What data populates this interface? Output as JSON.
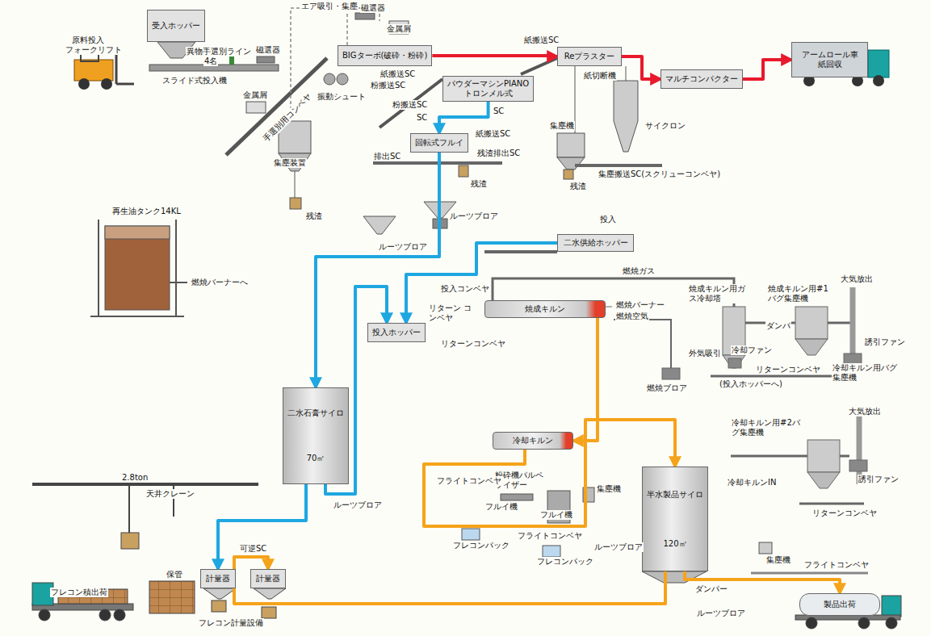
{
  "diagram": {
    "nodes": [
      {
        "text": [
          "受入ホッパー"
        ]
      },
      {
        "text": [
          "BIGターボ(破砕・粉砕)"
        ]
      },
      {
        "text": [
          "パウダーマシンPIANO",
          "トロンメル式"
        ]
      },
      {
        "text": [
          "Reプラスター"
        ]
      },
      {
        "text": [
          "マルチコンパクター"
        ]
      },
      {
        "text": [
          "アームロール車",
          "紙回収"
        ]
      },
      {
        "text": [
          "回転式フルイ"
        ]
      },
      {
        "text": [
          "二水供給ホッパー"
        ]
      },
      {
        "text": [
          "投入ホッパー"
        ]
      },
      {
        "text": [
          "焼成キルン"
        ]
      },
      {
        "text": [
          "二水石膏サイロ",
          "70㎥"
        ]
      },
      {
        "text": [
          "冷却キルン"
        ]
      },
      {
        "text": [
          "半水製品サイロ",
          "120㎥"
        ]
      },
      {
        "text": [
          "計量器"
        ]
      },
      {
        "text": [
          "計量器"
        ]
      },
      {
        "text": [
          "製品出荷"
        ]
      }
    ],
    "edges": [
      {
        "from": 1,
        "to": 3,
        "arrow": "to"
      },
      {
        "from": 3,
        "to": 4,
        "arrow": "to"
      },
      {
        "from": 4,
        "to": 5,
        "arrow": "to"
      },
      {
        "from": 2,
        "to": 6,
        "arrow": "to"
      },
      {
        "from": 6,
        "to": 10,
        "arrow": "to"
      },
      {
        "from": 10,
        "to": 8,
        "arrow": "to"
      },
      {
        "from": 7,
        "to": 8,
        "arrow": "to"
      },
      {
        "from": 10,
        "to": 13,
        "arrow": "to"
      },
      {
        "from": 9,
        "to": 11,
        "arrow": "to"
      },
      {
        "from": 11,
        "to": 12,
        "arrow": "to"
      },
      {
        "from": 12,
        "to": 14,
        "arrow": "to"
      },
      {
        "from": 12,
        "to": 15,
        "arrow": "to"
      }
    ],
    "labels": [
      "原料投入",
      "フォークリフト",
      "エア吸引・集塵",
      "異物手選別ライン",
      "4名",
      "磁選器",
      "スライド式投入機",
      "金属屑",
      "手選別用コンベヤ",
      "振動シュート",
      "磁選器",
      "金属屑",
      "粉搬送SC",
      "紙搬送SC",
      "粉搬送SC",
      "SC",
      "SC",
      "集塵装置",
      "残渣",
      "紙搬送SC",
      "排出SC",
      "残渣排出SC",
      "残渣",
      "紙搬送SC",
      "紙切断機",
      "集塵機",
      "サイクロン",
      "残渣",
      "集塵搬送SC(スクリューコンベヤ)",
      "ルーツブロア",
      "ルーツブロア",
      "投入",
      "再生油タンク14KL",
      "燃焼バーナーへ",
      "燃焼ガス",
      "大気放出",
      "焼成キルン用ガス冷却塔",
      "焼成キルン用#1バグ集塵機",
      "ダンパ",
      "誘引ファン",
      "リターンコンベヤ",
      "冷却キルン用バグ集塵機",
      "冷却ファン",
      "外気吸引",
      "(投入ホッパーへ)",
      "燃焼ブロア",
      "投入コンベヤ",
      "燃焼バーナー",
      "燃焼空気",
      "リターンコンベヤ",
      "リターン コンベヤ",
      "粉砕機パルペライザー",
      "集塵機",
      "フライトコンベヤ",
      "フルイ機",
      "フルイ機",
      "フレコンパック",
      "フライトコンベヤ",
      "フレコンパック",
      "ルーツブロア",
      "冷却キルン用#2バグ集塵機",
      "冷却キルンIN",
      "大気放出",
      "誘引ファン",
      "リターンコンベヤ",
      "ルーツブロア",
      "2.8ton",
      "天井クレーン",
      "フレコン積出荷",
      "保管",
      "可逆SC",
      "フレコン計量設備",
      "ダンパー",
      "ルーツブロア",
      "集塵機",
      "フライトコンベヤ"
    ]
  }
}
